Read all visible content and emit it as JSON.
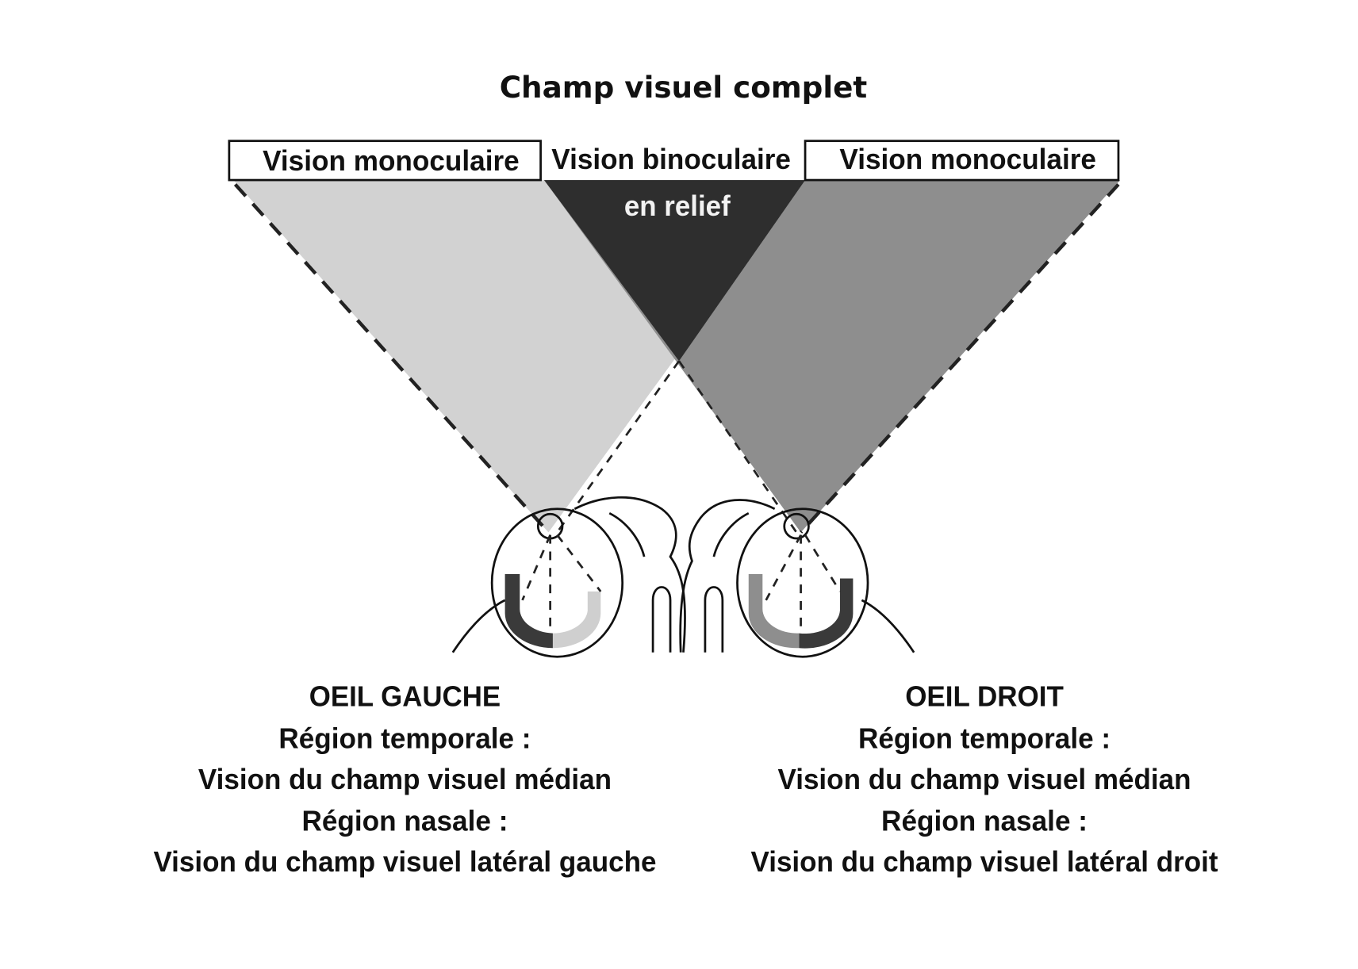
{
  "title": "Champ visuel complet",
  "labels": {
    "left_monocular": "Vision monoculaire",
    "binocular": "Vision binoculaire",
    "binocular_sub": "en relief",
    "right_monocular": "Vision monoculaire"
  },
  "left_eye": {
    "heading": "OEIL GAUCHE",
    "lines": [
      "Région temporale :",
      "Vision du champ visuel médian",
      "Région nasale :",
      "Vision du champ visuel latéral gauche"
    ]
  },
  "right_eye": {
    "heading": "OEIL DROIT",
    "lines": [
      "Région temporale :",
      "Vision du champ visuel médian",
      "Région nasale :",
      "Vision du champ visuel latéral droit"
    ]
  },
  "colors": {
    "left_field": "#d2d2d2",
    "right_field": "#8e8e8e",
    "overlap": "#2e2e2e"
  }
}
